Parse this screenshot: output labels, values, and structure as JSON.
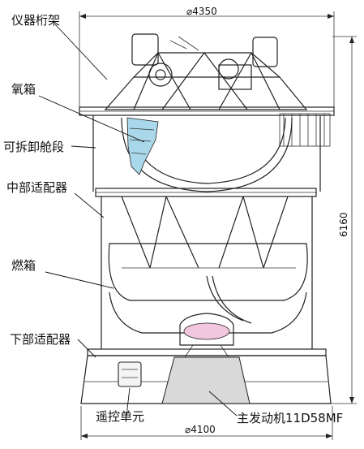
{
  "labels": {
    "instrument_truss": "仪器桁架",
    "oxygen_tank": "氧箱",
    "detachable_section": "可拆卸舱段",
    "middle_adapter": "中部适配器",
    "fuel_tank": "燃箱",
    "lower_adapter": "下部适配器",
    "remote_control_unit": "遥控单元",
    "main_engine": "主发动机11D58MF"
  },
  "dimensions": {
    "top_diameter": "⌀4350",
    "bottom_diameter": "⌀4100",
    "height": "6160"
  },
  "colors": {
    "highlight_panel": "#a9d8ea",
    "engine_glow": "#f2c6de",
    "line": "#222222"
  }
}
